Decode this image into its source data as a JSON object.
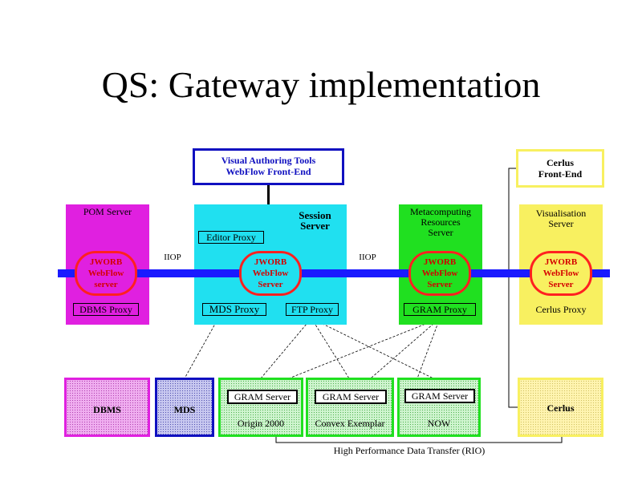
{
  "title": "QS: Gateway implementation",
  "top_boxes": {
    "visual_authoring": [
      "Visual  Authoring  Tools",
      "WebFlow   Front-End"
    ],
    "cerlus_frontend": [
      "Cerlus",
      "Front-End"
    ]
  },
  "servers": {
    "pom": {
      "label": "POM Server",
      "jworb": [
        "JWORB",
        "WebFlow",
        "server"
      ],
      "proxy": "DBMS Proxy"
    },
    "session": {
      "label": [
        "Session",
        "Server"
      ],
      "editor_proxy": "Editor  Proxy",
      "jworb": [
        "JWORB",
        "WebFlow",
        "Server"
      ],
      "mds_proxy": "MDS  Proxy",
      "ftp_proxy": "FTP  Proxy"
    },
    "metacomputing": {
      "label": [
        "Metacomputing",
        "Resources",
        "Server"
      ],
      "jworb": [
        "JWORB",
        "WebFlow",
        "Server"
      ],
      "proxy": "GRAM  Proxy"
    },
    "visualisation": {
      "label": [
        "Visualisation",
        "Server"
      ],
      "jworb": [
        "JWORB",
        "WebFlow",
        "Server"
      ],
      "proxy": "Cerlus  Proxy"
    }
  },
  "iiop_labels": [
    "IIOP",
    "IIOP"
  ],
  "bottom": {
    "dbms": "DBMS",
    "mds": "MDS",
    "gram_servers": [
      {
        "label": "GRAM  Server",
        "machine": "Origin  2000"
      },
      {
        "label": "GRAM  Server",
        "machine": "Convex  Exemplar"
      },
      {
        "label": "GRAM  Server",
        "machine": "NOW"
      }
    ],
    "cerlus": "Cerlus"
  },
  "rio_label": "High  Performance  Data  Transfer  (RIO)",
  "colors": {
    "magenta": "#e020e0",
    "blue": "#1010c0",
    "cyan": "#20e0f0",
    "green": "#20e020",
    "yellow": "#f8f060",
    "bus": "#1a1aff",
    "jworb": "#ff2020"
  }
}
